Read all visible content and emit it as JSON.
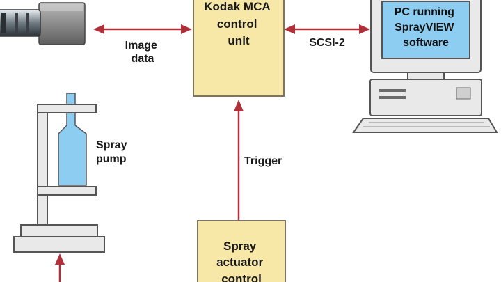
{
  "colors": {
    "box_fill": "#f7e8a8",
    "box_stroke": "#7d7560",
    "arrow": "#b0303a",
    "screen": "#8ecdf2",
    "pump_liquid": "#8ecdf2",
    "computer_body": "#e9e9e9",
    "outline": "#555555"
  },
  "nodes": {
    "control_unit": {
      "lines": [
        "Kodak MCA",
        "control",
        "unit"
      ]
    },
    "pc": {
      "lines": [
        "PC running",
        "SprayVIEW",
        "software"
      ]
    },
    "actuator": {
      "lines": [
        "Spray",
        "actuator",
        "control"
      ]
    },
    "pump": {
      "lines": [
        "Spray",
        "pump"
      ]
    },
    "camera": {
      "icon": "camera-icon"
    }
  },
  "connections": {
    "image_data": {
      "lines": [
        "Image",
        "data"
      ]
    },
    "scsi": {
      "label": "SCSI-2"
    },
    "trigger": {
      "label": "Trigger"
    }
  }
}
